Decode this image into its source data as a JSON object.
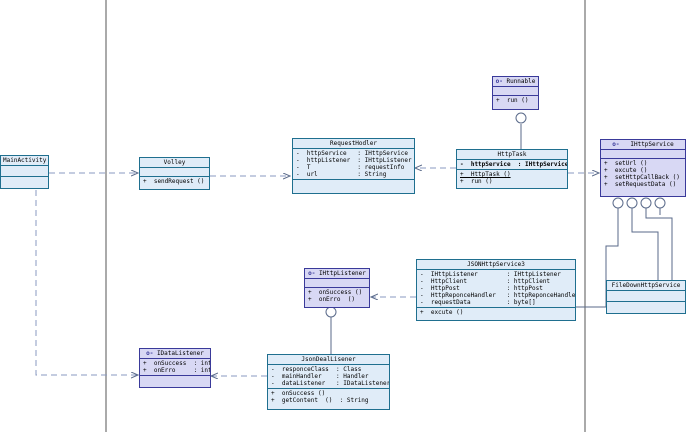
{
  "classes": {
    "main_activity": {
      "name": "MainActivity"
    },
    "volley": {
      "name": "Volley",
      "ops": [
        "+  sendRequest ()"
      ]
    },
    "request_holder": {
      "name": "RequestHodler",
      "attrs": [
        "-  httpService   : IHttpService",
        "-  httpListener  : IHttpListener",
        "-  T             : requestInfo",
        "-  url           : String"
      ]
    },
    "runnable": {
      "name": "Runnable",
      "ops": [
        "+  run ()"
      ]
    },
    "http_task": {
      "name": "HttpTask",
      "attrs": [
        "-  httpService  : IHttpService"
      ],
      "ops": [
        "+  HttpTask ()",
        "+  run ()"
      ]
    },
    "ihttp_service": {
      "name": "IHttpService",
      "ops": [
        "+  setUrl ()",
        "+  excute ()",
        "+  setHttpCallBack ()",
        "+  setRequestData ()"
      ]
    },
    "ihttp_listener": {
      "name": "IHttpListener",
      "ops": [
        "+  onSuccess ()",
        "+  onErro  ()"
      ]
    },
    "json_http_service": {
      "name": "JSONHttpService3",
      "attrs": [
        "-  IHttpListener        : IHttpListener",
        "-  HttpClient           : httpClient",
        "-  HttpPost             : httpPost",
        "-  HttpReponceHandler   : httpReponceHandler",
        "-  requestData          : byte[]"
      ],
      "ops": [
        "+  excute ()"
      ]
    },
    "file_down_http_service": {
      "name": "FileDownHttpService"
    },
    "idata_listener": {
      "name": "IDataListener",
      "attrs": [
        "+  onSuccess  : int",
        "+  onErro     : int"
      ]
    },
    "json_deal_listener": {
      "name": "JsonDealLisener",
      "attrs": [
        "-  responceClass  : Class",
        "-  mainHandler    : Handler",
        "-  dataListener   : IDataListener"
      ],
      "ops": [
        "+  onSuccess ()",
        "+  getContent  ()  : String"
      ]
    }
  },
  "icons": {
    "interface": "lollipop-interface-icon"
  },
  "colors": {
    "class_fill": "#e0ecf8",
    "interface_fill": "#d8d8f4",
    "border": "#1f6f8f"
  }
}
